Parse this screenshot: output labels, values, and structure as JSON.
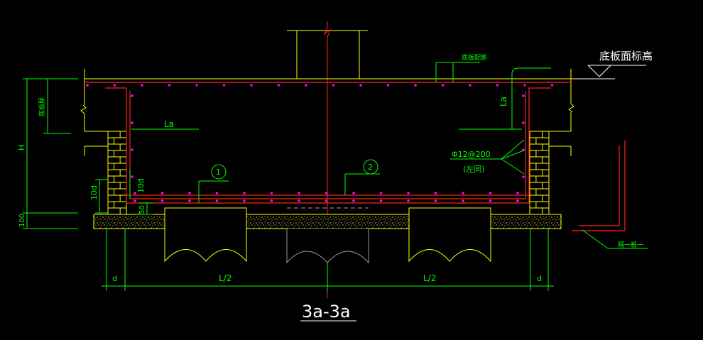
{
  "drawing": {
    "title": "3a-3a",
    "elevation_label": "底板面标高",
    "slab_thickness_label": "底板厚",
    "bottom_rebar_label": "底板配筋",
    "anchorage_label": "La",
    "rebar_spec": "Φ12@200",
    "rebar_note": "(左同)",
    "callout_1": "1",
    "callout_2": "2",
    "dim_H": "H",
    "dim_10d_left": "10d",
    "dim_10d_right": "10d",
    "dim_50": "50",
    "dim_100": "100",
    "dim_d_left": "d",
    "dim_d_right": "d",
    "dim_half_left": "L/2",
    "dim_half_right": "L/2",
    "hidden_label": "隔一根一"
  },
  "colors": {
    "yellow": "#ffff00",
    "green": "#00ff00",
    "red": "#ff2020",
    "white": "#ffffff",
    "magenta": "#ff00ff",
    "grey": "#9a9a9a"
  }
}
